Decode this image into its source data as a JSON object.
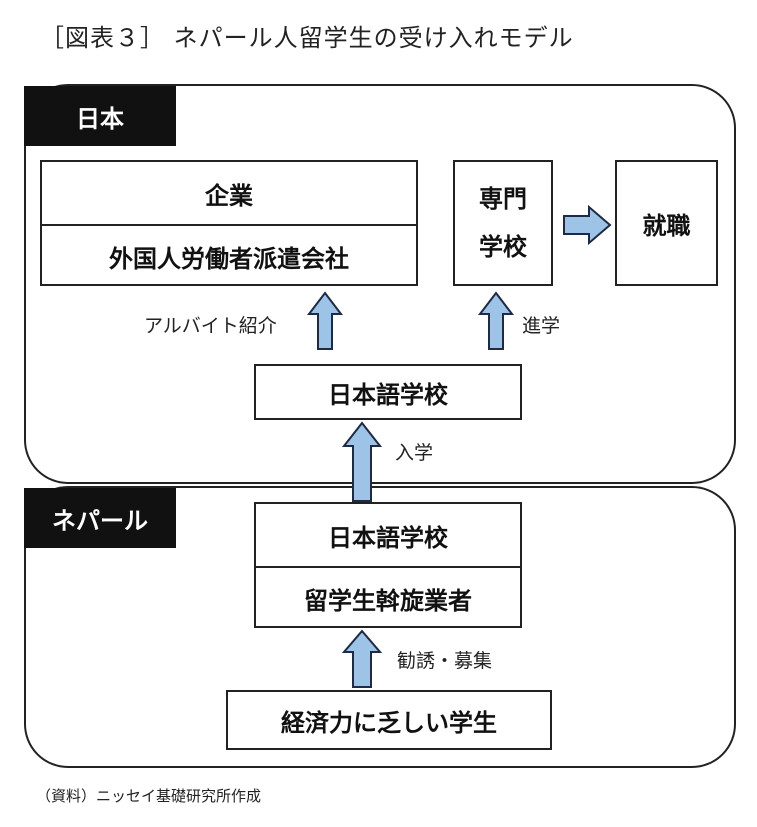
{
  "title": "［図表３］ ネパール人留学生の受け入れモデル",
  "japan": {
    "label": "日本",
    "company": "企業",
    "dispatch": "外国人労働者派遣会社",
    "vocational_line1": "専門",
    "vocational_line2": "学校",
    "employment": "就職",
    "language_school": "日本語学校",
    "parttime_label": "アルバイト紹介",
    "advance_label": "進学"
  },
  "enroll_label": "入学",
  "nepal": {
    "label": "ネパール",
    "language_school": "日本語学校",
    "broker": "留学生斡旋業者",
    "recruit_label": "勧誘・募集",
    "students": "経済力に乏しい学生"
  },
  "source": "（資料）ニッセイ基礎研究所作成",
  "colors": {
    "arrow_fill": "#9dc3e6",
    "arrow_stroke": "#1f2a44",
    "label_bg": "#111111"
  }
}
